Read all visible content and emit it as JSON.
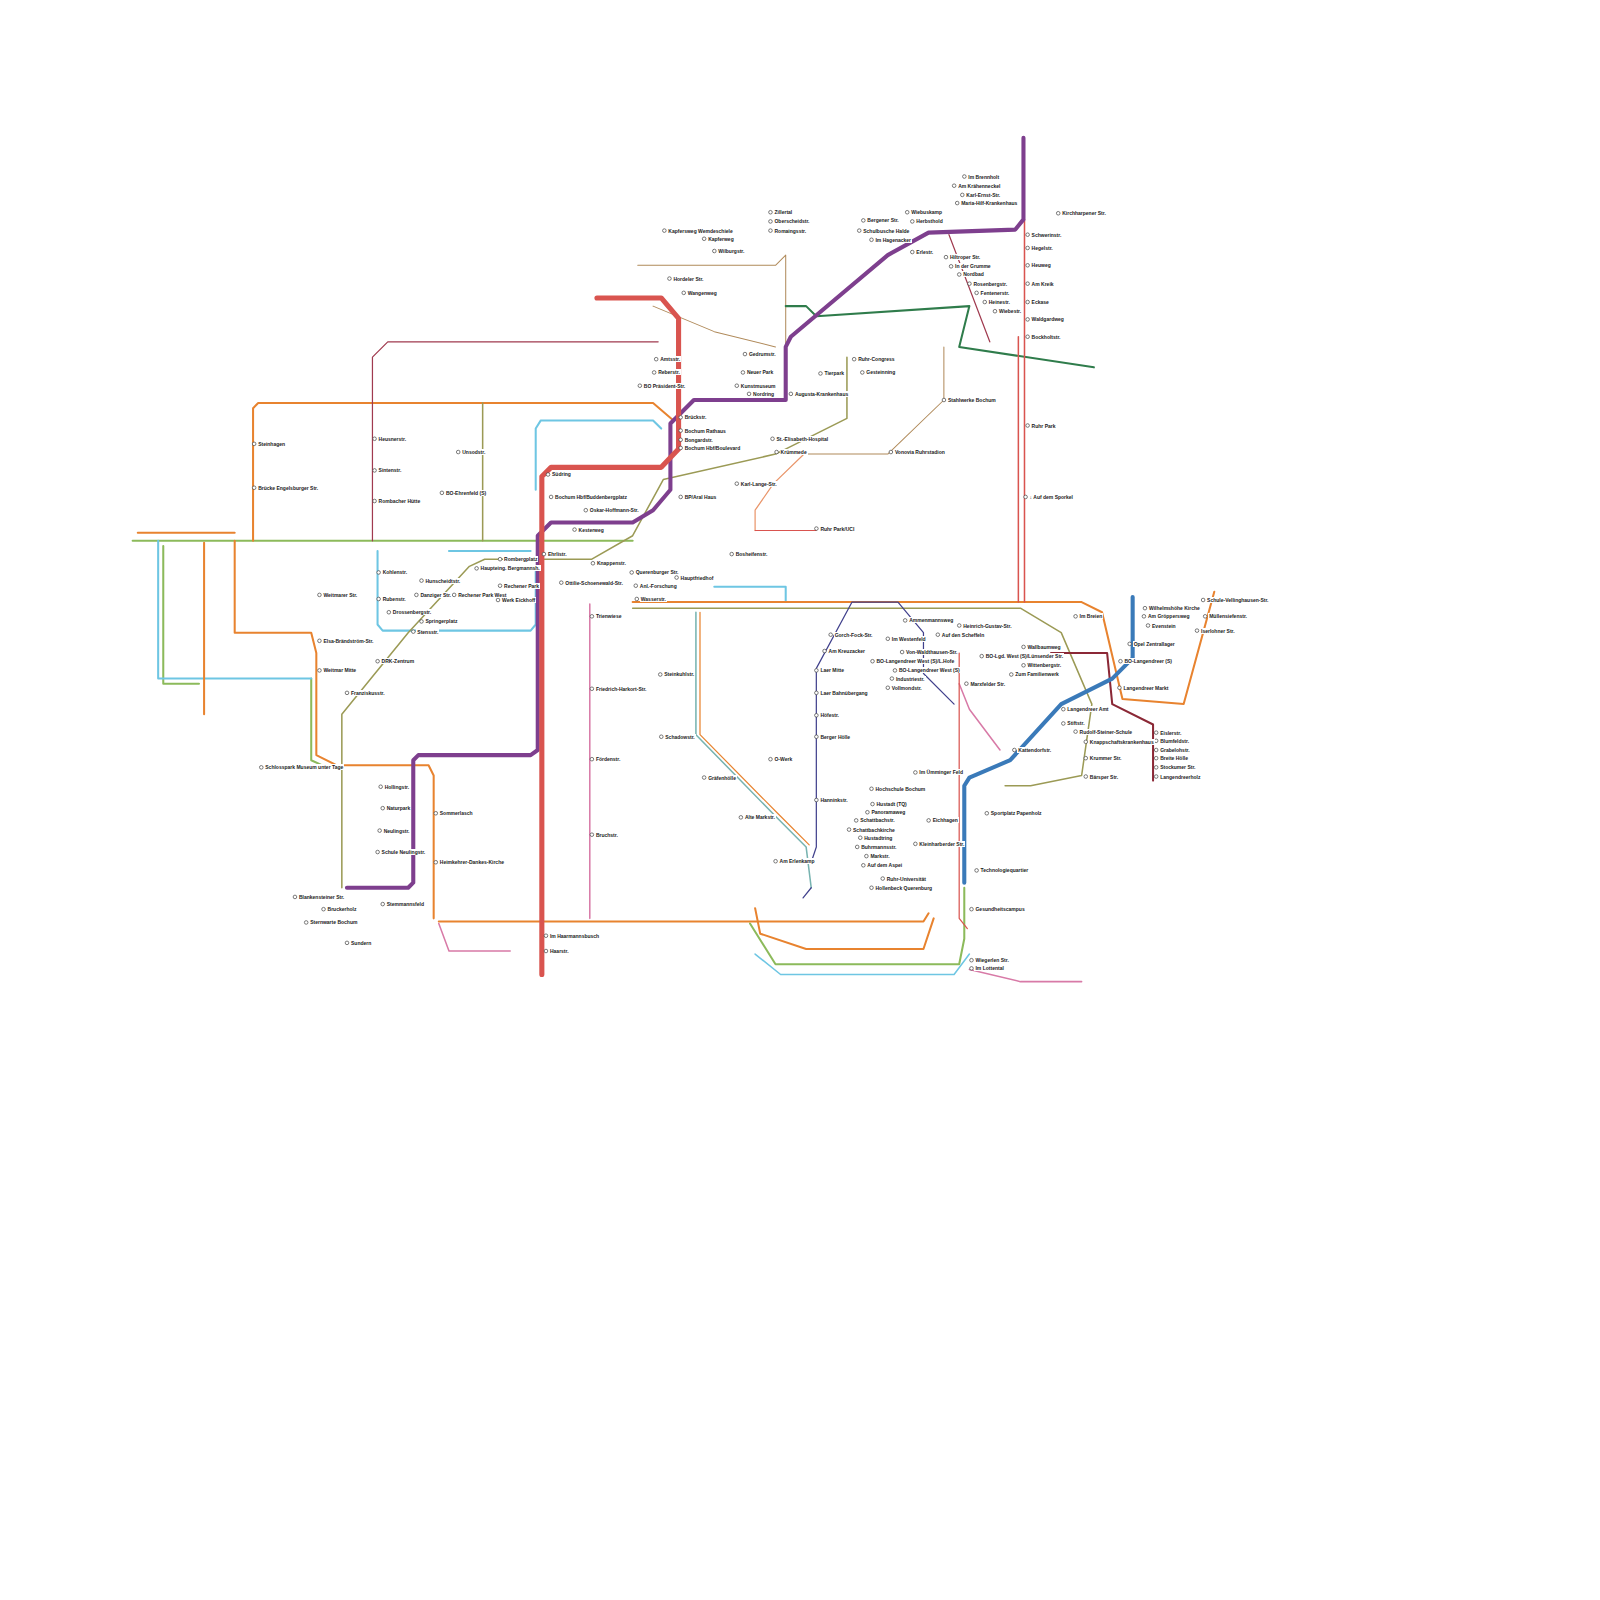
{
  "diagram": {
    "labels": [
      "Im Brennholt",
      "Am Krähenneckel",
      "Karl-Ernst-Str.",
      "Maria-Hilf-Krankenhaus",
      "Kirchharpener Str.",
      "Schwerinstr.",
      "Hegelstr.",
      "Heuweg",
      "Am Kreik",
      "Eckase",
      "Waldgardweg",
      "Bockholtstr.",
      "Ruhr Park",
      "↓ Auf dem Sporkel",
      "Wiebuskamp",
      "Herbsthold",
      "Bergener Str.",
      "Schulbusche Halde",
      "Im Hagenacker",
      "Erlestr.",
      "Hiltroper Str.",
      "In der Grumme",
      "Nordbad",
      "Rosenbergstr.",
      "Fentenerstr.",
      "Heinestr.",
      "Wiebestr.",
      "Stahlwerke Bochum",
      "Vonovia Ruhrstadion",
      "St.-Elisabeth-Hospital",
      "Krümmede",
      "Karl-Lange-Str.",
      "Ruhr Park/UCI",
      "Ruhr-Congress",
      "Gesteinning",
      "Gedrumstr.",
      "Neuer Park",
      "Kunstmuseum",
      "Nordring",
      "Tierpark",
      "Augusta-Krankenhaus",
      "Zillertal",
      "Oberscheidstr.",
      "Romaingsstr.",
      "Kapfersweg Wemdeschiele",
      "Kapferweg",
      "Wilburgstr.",
      "Hordeler Str.",
      "Wangenweg",
      "Amtsstr.",
      "Reberstr.",
      "BO Präsident-Str.",
      "Brückstr.",
      "Bochum Rathaus",
      "Bongardstr.",
      "Bochum Hbf/Boulevard",
      "BP/Aral Haus",
      "Bochum Hbf/Buddenbergplatz",
      "Oskar-Hoffmann-Str.",
      "Kesterweg",
      "Südring",
      "Ehrlistr.",
      "Knappenstr.",
      "Querenburger Str.",
      "Anl.-Forschung",
      "Wasserstr.",
      "Ottilie-Schoenewald-Str.",
      "Hauptfriedhof",
      "Bosheifenstr.",
      "Steinhagen",
      "Brücke Engelsburger Str.",
      "Heusnerstr.",
      "Sintenstr.",
      "Rombacher Hütte",
      "Unsodstr.",
      "BO-Ehrenfeld (S)",
      "Kohlenstr.",
      "Rubenstr.",
      "Weitmarer Str.",
      "Hunscheidtstr.",
      "Danziger Str.",
      "Drossenbergstr.",
      "Springerplatz",
      "Stensstr.",
      "Rombergplatz",
      "Haupteing. Bergmannsh.",
      "Rechener Park",
      "Rechener Park West",
      "Werk Eickhoff",
      "DRK-Zentrum",
      "Franziskusstr.",
      "Weitmar Mitte",
      "Elsa-Brändström-Str.",
      "Schlosspark Museum unter Tage",
      "Hollingstr.",
      "Naturpark",
      "Neulingstr.",
      "Schule Neulingstr.",
      "Blankensteiner Str.",
      "Bruckerholz",
      "Sternwarte Bochum",
      "Sundern",
      "Sommerlasch",
      "Heimkehrer-Dankes-Kirche",
      "Stemmannsfeld",
      "Im Haarmannsbusch",
      "Haarstr.",
      "Trienwiese",
      "Friedrich-Harkort-Str.",
      "Fördenstr.",
      "Bruchstr.",
      "Steinkuhlstr.",
      "Schadowstr.",
      "Gräfenhölle",
      "Alte Markstr.",
      "Am Erlenkamp",
      "Gorch-Fock-Str.",
      "Am Kreuzacker",
      "Laer Mitte",
      "Laer Bahnübergang",
      "Höfestr.",
      "Berger Hölle",
      "O-Werk",
      "Hanninkstr.",
      "Hochschule Bochum",
      "Hustadt (TQ)",
      "Panoramaweg",
      "Schattbachstr.",
      "Schattbachkirche",
      "Hustadtring",
      "Buhrmannsstr.",
      "Markstr.",
      "Auf dem Aspei",
      "Ruhr-Universität",
      "Hollenbeck Querenburg",
      "Im Ümminger Feld",
      "Eichhagen",
      "Kleinharberder Str.",
      "Technologiequartier",
      "Gesundheitscampus",
      "Wiegerlen Str.",
      "Im Lottental",
      "Heinrich-Gustav-Str.",
      "Auf den Scheffeln",
      "Im Westenfeld",
      "Ammenmannsweg",
      "Von-Waldthausen-Str.",
      "BO-Langendreer West (S)/L.Hofe",
      "BO-Langendreer West (S)",
      "Industriestr.",
      "Vollmondstr.",
      "Wallbaumweg",
      "BO-Lgd. West (S)/Lünsender Str.",
      "Wittenbergstr.",
      "Zum Familienwerk",
      "Marxfelder Str.",
      "Im Breien",
      "Opel Zentrallager",
      "BO-Langendreer (S)",
      "Langendreer Markt",
      "Langendreer Amt",
      "Stiftstr.",
      "Rudolf-Steiner-Schule",
      "Knappschaftskrankenhaus",
      "Krummer Str.",
      "Bärsper Str.",
      "Kattendorfstr.",
      "Sportplatz Papenholz",
      "Eislerstr.",
      "Blumfeldstr.",
      "Grabelohstr.",
      "Breite Hölle",
      "Stockumer Str.",
      "Langendreerholz",
      "Wilhelmshöhe Kirche",
      "Am Gröppersweg",
      "Evenstein",
      "Schule-Vellinghausen-Str.",
      "Müllensiefenstr.",
      "Iserlohner Str."
    ]
  }
}
